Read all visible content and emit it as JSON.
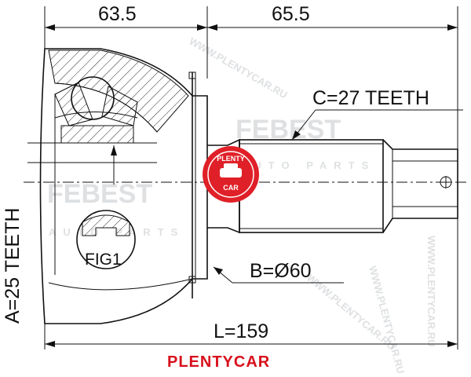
{
  "diagram": {
    "dim_left_length": "63.5",
    "dim_right_length": "65.5",
    "spline_outer": "C=27 TEETH",
    "spline_inner": "A=25 TEETH",
    "boot_diameter": "B=Ø60",
    "total_length": "L=159",
    "detail_label": "FIG1"
  },
  "branding": {
    "caption": "PLENTYCAR",
    "badge_top": "PLENTY",
    "badge_bottom": "CAR",
    "watermark_main": "FEBEST",
    "watermark_sub": "AUTO PARTS",
    "watermark_side": "WWW.PLENTYCAR.RU",
    "accent_color": "#d8101c",
    "badge_color": "#e02028"
  }
}
